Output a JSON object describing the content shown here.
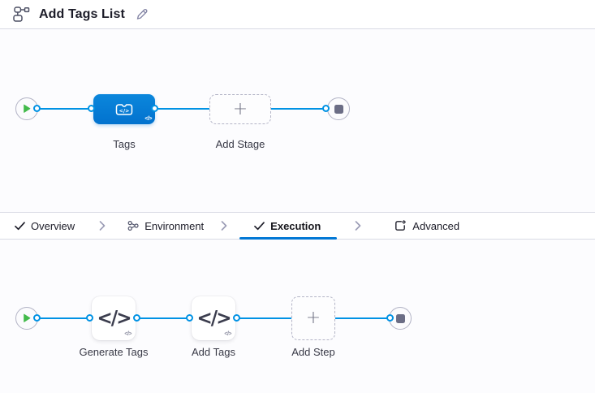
{
  "header": {
    "title": "Add Tags List"
  },
  "icons": {
    "plus": "+",
    "code": "</>",
    "code_badge": "</>"
  },
  "stage_pipeline": {
    "nodes": [
      {
        "label": "Tags",
        "type": "custom-stage"
      },
      {
        "label": "Add Stage",
        "type": "add-placeholder"
      }
    ]
  },
  "tabs": [
    {
      "label": "Overview",
      "icon": "check-icon",
      "active": false
    },
    {
      "label": "Environment",
      "icon": "environment-icon",
      "active": false
    },
    {
      "label": "Execution",
      "icon": "check-icon",
      "active": true
    },
    {
      "label": "Advanced",
      "icon": "advanced-icon",
      "active": false
    }
  ],
  "execution_pipeline": {
    "nodes": [
      {
        "label": "Generate Tags",
        "type": "run-step"
      },
      {
        "label": "Add Tags",
        "type": "run-step"
      },
      {
        "label": "Add Step",
        "type": "add-placeholder"
      }
    ]
  },
  "colors": {
    "accent_blue": "#0278D5",
    "line_blue": "#0092E4",
    "play_green": "#42BA4A",
    "slate_gray": "#6B6D85"
  }
}
